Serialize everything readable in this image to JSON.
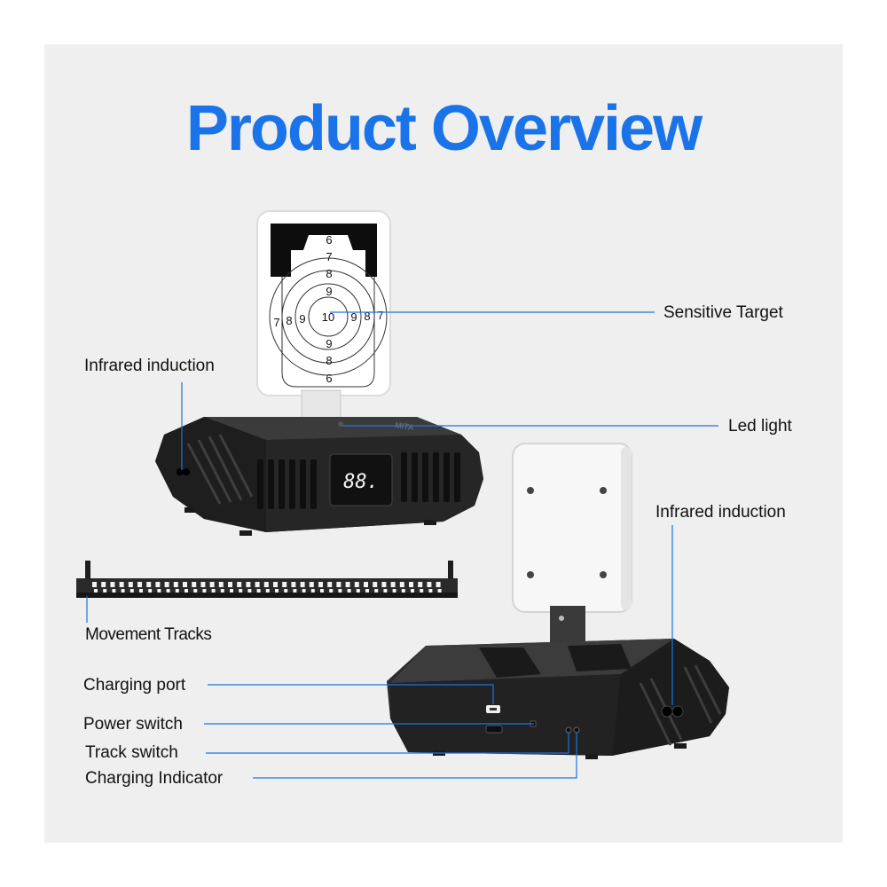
{
  "title": "Product Overview",
  "accent_color": "#1a73e8",
  "labels": {
    "sensitive_target": "Sensitive Target",
    "infrared_induction_left": "Infrared induction",
    "led_light": "Led light",
    "infrared_induction_right": "Infrared induction",
    "movement_tracks": "Movement Tracks",
    "charging_port": "Charging port",
    "power_switch": "Power switch",
    "track_switch": "Track switch",
    "charging_indicator": "Charging Indicator"
  },
  "target": {
    "rings_top": [
      "6",
      "7",
      "8",
      "9"
    ],
    "center": "10",
    "rings_bottom": [
      "9",
      "8",
      "6"
    ],
    "left": [
      "7",
      "8",
      "9"
    ],
    "right": [
      "9",
      "8",
      "7"
    ]
  },
  "display_readout": "88.",
  "brand_mark": "MITA"
}
